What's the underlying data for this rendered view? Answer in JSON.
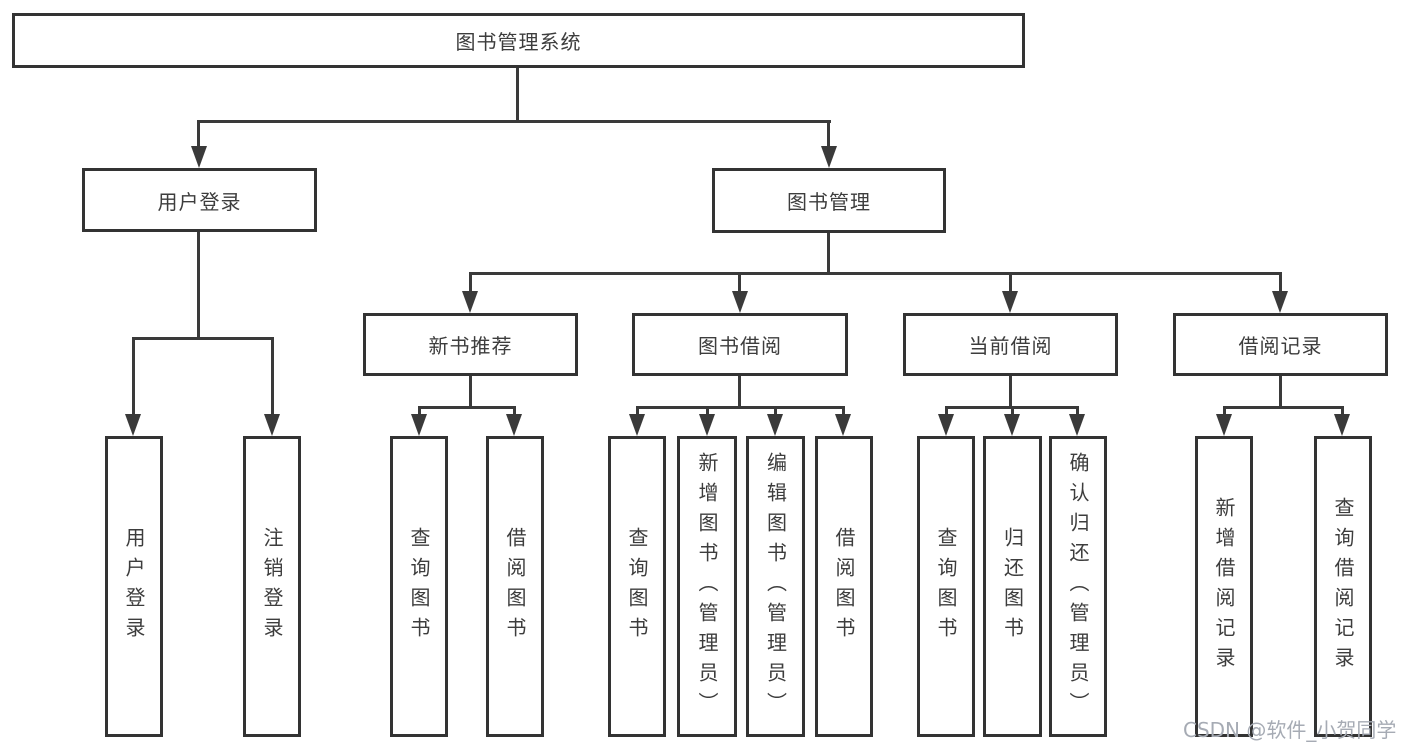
{
  "diagram": {
    "root": {
      "label": "图书管理系统"
    },
    "level2": [
      {
        "label": "用户登录"
      },
      {
        "label": "图书管理"
      }
    ],
    "level3": [
      {
        "label": "新书推荐"
      },
      {
        "label": "图书借阅"
      },
      {
        "label": "当前借阅"
      },
      {
        "label": "借阅记录"
      }
    ],
    "leaves_user": [
      {
        "label": "用户登录"
      },
      {
        "label": "注销登录"
      }
    ],
    "leaves_recommend": [
      {
        "label": "查询图书"
      },
      {
        "label": "借阅图书"
      }
    ],
    "leaves_borrow": [
      {
        "label": "查询图书"
      },
      {
        "label": "新增图书（管理员）"
      },
      {
        "label": "编辑图书（管理员）"
      },
      {
        "label": "借阅图书"
      }
    ],
    "leaves_current": [
      {
        "label": "查询图书"
      },
      {
        "label": "归还图书"
      },
      {
        "label": "确认归还（管理员）"
      }
    ],
    "leaves_records": [
      {
        "label": "新增借阅记录"
      },
      {
        "label": "查询借阅记录"
      }
    ],
    "watermark": "CSDN @软件_小贺同学",
    "colors": {
      "line": "#3a3a3a",
      "border": "#333333",
      "fill": "#ffffff",
      "text": "#3d3d3d",
      "watermark": "#a6abb4"
    }
  }
}
